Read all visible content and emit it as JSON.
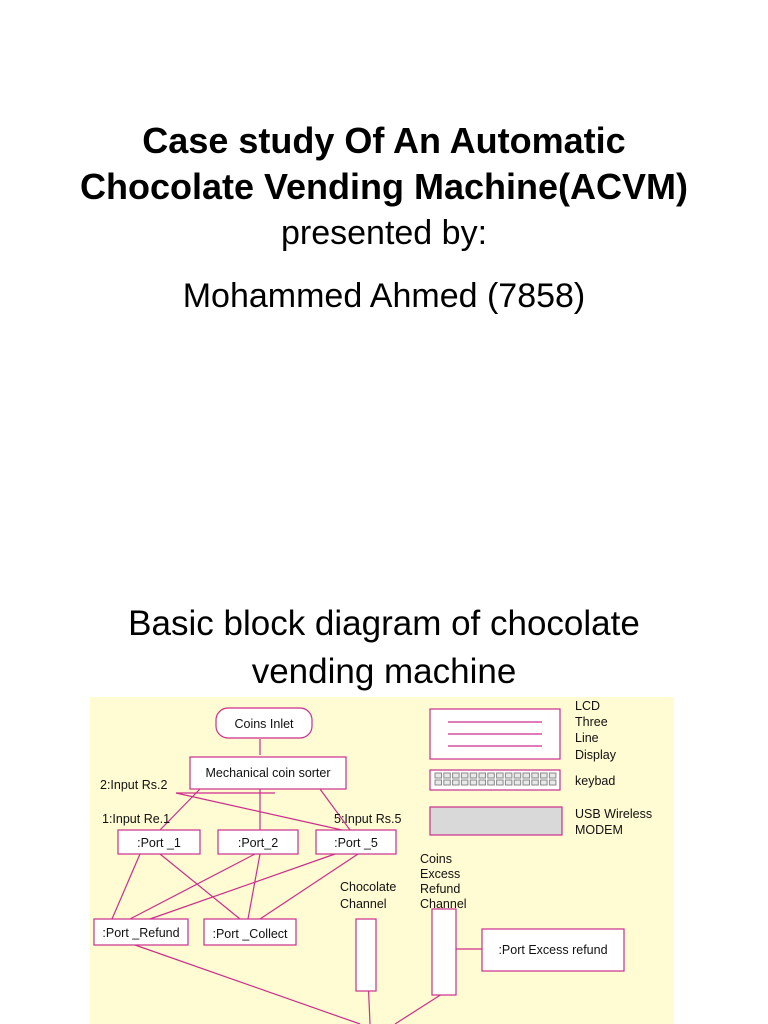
{
  "slide": {
    "title_line1": "Case study Of An Automatic",
    "title_line2": "Chocolate Vending Machine(ACVM)",
    "presented_by": "presented by:",
    "presenter": "Mohammed Ahmed (7858)",
    "diagram_title_line1": "Basic block diagram of chocolate",
    "diagram_title_line2": "vending machine"
  },
  "diagram": {
    "coins_inlet": "Coins Inlet",
    "coin_sorter": "Mechanical coin sorter",
    "input_rs2": "2:Input Rs.2",
    "input_re1": "1:Input Re.1",
    "input_rs5": "5:Input Rs.5",
    "port_1": ":Port _1",
    "port_2": ":Port_2",
    "port_5": ":Port _5",
    "port_refund": ":Port _Refund",
    "port_collect": ":Port _Collect",
    "chocolate_channel_1": "Chocolate",
    "chocolate_channel_2": "Channel",
    "excess_1": "Coins",
    "excess_2": "Excess",
    "excess_3": "Refund",
    "excess_4": "Channel",
    "port_excess_refund": ":Port Excess refund",
    "lcd_1": "LCD",
    "lcd_2": "Three",
    "lcd_3": "Line",
    "lcd_4": "Display",
    "keypad": "keybad",
    "modem_1": "USB Wireless",
    "modem_2": "MODEM",
    "colors": {
      "box_stroke": "#cc2f8c",
      "background": "#fffbd2",
      "box_fill": "#ffffff",
      "modem_fill": "#d9d9d9"
    }
  }
}
